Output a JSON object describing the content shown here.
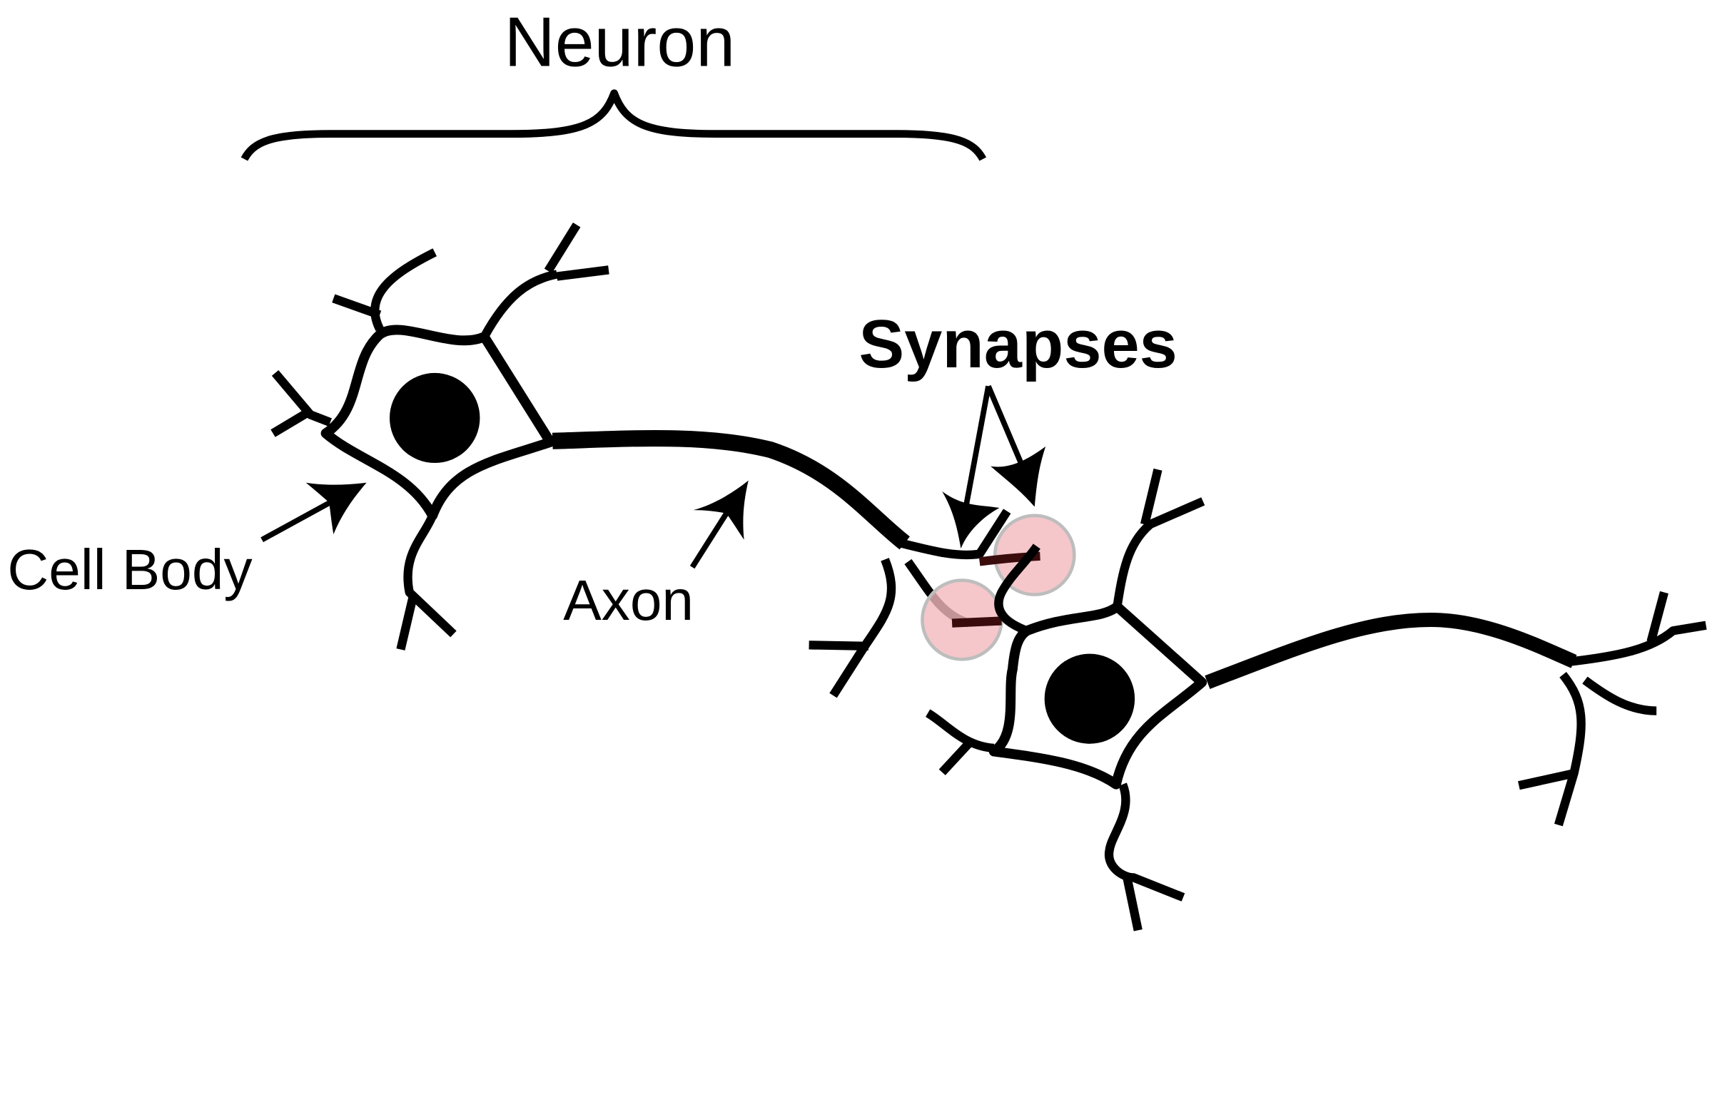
{
  "labels": {
    "neuron": "Neuron",
    "synapses": "Synapses",
    "cell_body": "Cell Body",
    "axon": "Axon"
  },
  "colors": {
    "line": "#000000",
    "nucleus": "#000000",
    "synapse_fill": "#f3b9bd",
    "synapse_stroke": "#bdbdbd",
    "synapse_link": "#3a0c0c"
  }
}
